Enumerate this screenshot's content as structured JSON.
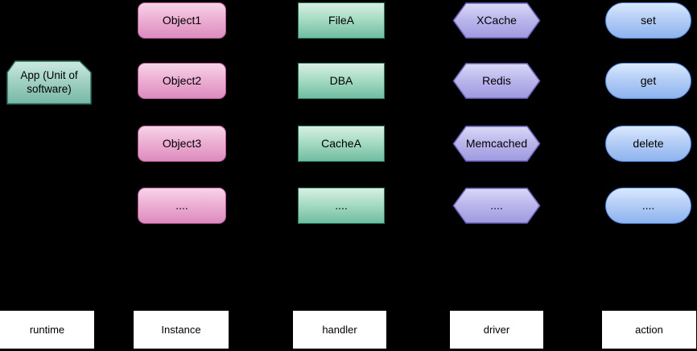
{
  "diagram": {
    "background": "#000000",
    "app": {
      "label": "App (Unit of software)"
    },
    "instances": [
      "Object1",
      "Object2",
      "Object3",
      "...."
    ],
    "handlers": [
      "FileA",
      "DBA",
      "CacheA",
      "...."
    ],
    "drivers": [
      "XCache",
      "Redis",
      "Memcached",
      "...."
    ],
    "actions": [
      "set",
      "get",
      "delete",
      "...."
    ],
    "footer": [
      "runtime",
      "Instance",
      "handler",
      "driver",
      "action"
    ],
    "colors": {
      "app_fill_top": "#cde9e1",
      "app_fill_bottom": "#76b7a5",
      "app_border": "#2e6e5c",
      "instance_fill_top": "#f6d4e8",
      "instance_fill_bottom": "#dc8cbe",
      "instance_border": "#b25792",
      "handler_fill_top": "#d7efe3",
      "handler_fill_bottom": "#70bda2",
      "handler_border": "#2a7a5e",
      "driver_fill_top": "#d9d9f7",
      "driver_fill_bottom": "#9f99e0",
      "driver_border": "#6f68c0",
      "action_fill_top": "#d9e8fd",
      "action_fill_bottom": "#8db3ee",
      "action_border": "#4d85d8",
      "footer_bg": "#ffffff",
      "text": "#000000"
    }
  }
}
